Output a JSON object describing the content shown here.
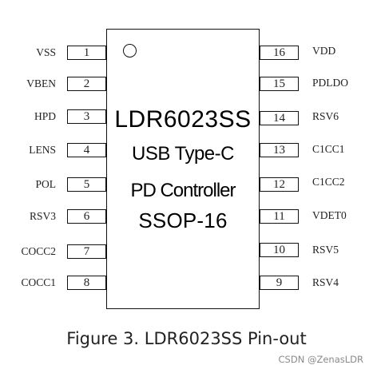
{
  "chip": {
    "title": "LDR6023SS",
    "line2": "USB Type-C",
    "line3": "PD Controller",
    "line4": "SSOP-16"
  },
  "left_pins": [
    {
      "number": "1",
      "label": "VSS"
    },
    {
      "number": "2",
      "label": "VBEN"
    },
    {
      "number": "3",
      "label": "HPD"
    },
    {
      "number": "4",
      "label": "LENS"
    },
    {
      "number": "5",
      "label": "POL"
    },
    {
      "number": "6",
      "label": "RSV3"
    },
    {
      "number": "7",
      "label": "COCC2"
    },
    {
      "number": "8",
      "label": "COCC1"
    }
  ],
  "right_pins": [
    {
      "number": "16",
      "label": "VDD"
    },
    {
      "number": "15",
      "label": "PDLDO"
    },
    {
      "number": "14",
      "label": "RSV6"
    },
    {
      "number": "13",
      "label": "C1CC1"
    },
    {
      "number": "12",
      "label": "C1CC2"
    },
    {
      "number": "11",
      "label": "VDET0"
    },
    {
      "number": "10",
      "label": "RSV5"
    },
    {
      "number": "9",
      "label": "RSV4"
    }
  ],
  "caption": "Figure 3. LDR6023SS Pin-out",
  "watermark": "CSDN @ZenasLDR"
}
